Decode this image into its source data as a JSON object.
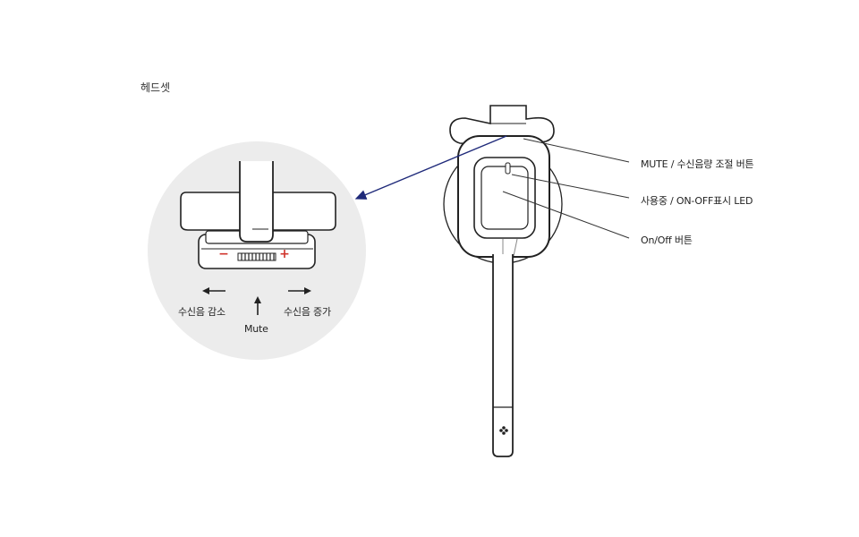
{
  "page": {
    "title": "헤드셋"
  },
  "callouts": {
    "mute_volume": "MUTE / 수신음량 조절 버튼",
    "in_use_led": "사용중 / ON-OFF표시 LED",
    "on_off": "On/Off 버튼"
  },
  "zoom": {
    "minus_sign": "−",
    "plus_sign": "+",
    "volume_down": "수신음 감소",
    "volume_up": "수신음 증가",
    "mute": "Mute"
  },
  "colors": {
    "accent_minus_plus": "#d0342c",
    "pointer_arrow": "#1f2a7a",
    "zoom_bg": "#ececec"
  }
}
